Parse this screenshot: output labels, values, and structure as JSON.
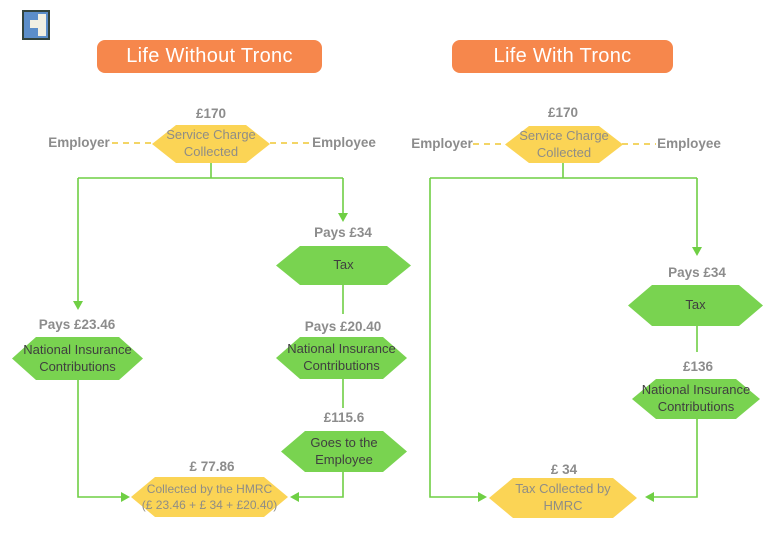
{
  "page": {
    "logo": "creately-logo"
  },
  "colors": {
    "title_bg": "#f6874c",
    "title_text": "#ffffff",
    "yellow_shape": "#fbd455",
    "green_shape": "#79d350",
    "connector_green": "#6fcf44",
    "connector_yellow_dashed": "#f3d566",
    "label_text": "#8c8c8c",
    "green_shape_text": "#3f3f3f",
    "yellow_shape_text": "#8f8d86"
  },
  "left": {
    "title": "Life Without Tronc",
    "top_amount": "£170",
    "source_node": "Service Charge\nCollected",
    "employer_label": "Employer",
    "employee_label": "Employee",
    "employer_pays": "Pays £23.46",
    "employer_nic_node": "National Insurance\nContributions",
    "employee_tax_pays": "Pays £34",
    "tax_node": "Tax",
    "employee_nic_pays": "Pays £20.40",
    "employee_nic_node": "National Insurance\nContributions",
    "employee_amount": "£115.6",
    "goes_node": "Goes to the\nEmployee",
    "hmrc_amount": "£ 77.86",
    "hmrc_node": "Collected by the HMRC\n(£ 23.46 + £ 34 + £20.40)"
  },
  "right": {
    "title": "Life With Tronc",
    "top_amount": "£170",
    "source_node": "Service Charge\nCollected",
    "employer_label": "Employer",
    "employee_label": "Employee",
    "employee_tax_pays": "Pays £34",
    "tax_node": "Tax",
    "nic_amount": "£136",
    "nic_node": "National Insurance\nContributions",
    "hmrc_amount": "£ 34",
    "hmrc_node": "Tax Collected by\nHMRC"
  }
}
